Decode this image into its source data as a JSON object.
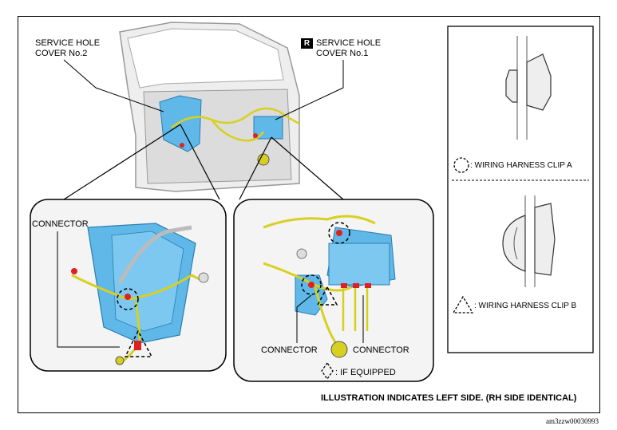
{
  "labels": {
    "service_hole_cover_2": [
      "SERVICE HOLE",
      "COVER No.2"
    ],
    "service_hole_cover_1": [
      "SERVICE HOLE",
      "COVER No.1"
    ],
    "badge_r": "R",
    "connector_left": "CONNECTOR",
    "connector_bottom_left": "CONNECTOR",
    "connector_bottom_right": "CONNECTOR",
    "if_equipped": ": IF EQUIPPED",
    "clip_a": ": WIRING HARNESS CLIP A",
    "clip_b": ": WIRING HARNESS CLIP B"
  },
  "footer": {
    "note": "ILLUSTRATION INDICATES LEFT SIDE. (RH SIDE IDENTICAL)",
    "code": "am3zzw00030993"
  },
  "colors": {
    "cover_blue": "#5fb8e8",
    "harness_yellow": "#d8d020",
    "connector_red": "#e02020",
    "door_gray": "#d8d8d8"
  }
}
